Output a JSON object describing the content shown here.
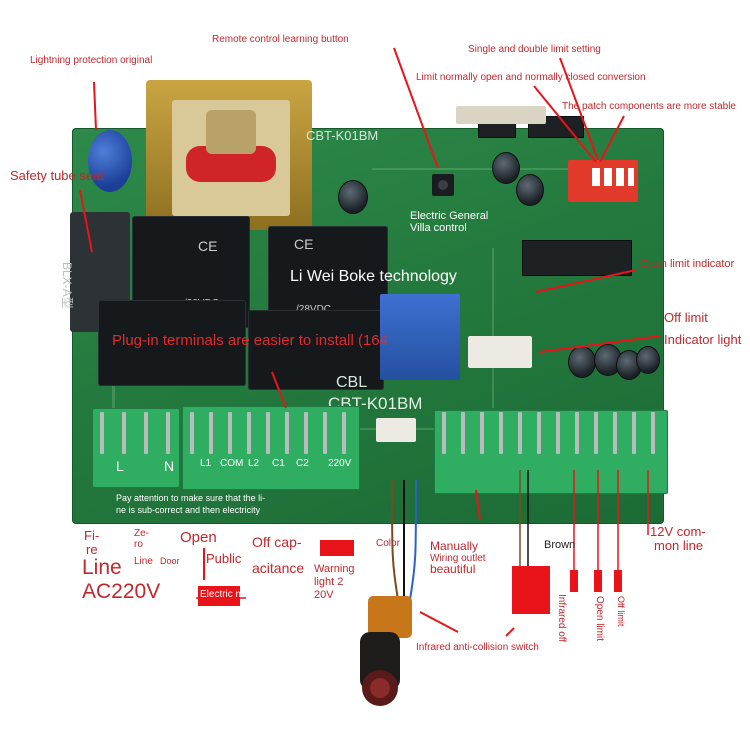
{
  "callouts": {
    "lightning": "Lightning protection original",
    "remote_learning": "Remote control learning button",
    "single_double_limit": "Single and double limit setting",
    "limit_conversion": "Limit normally open and normally closed conversion",
    "patch_components": "The patch components are more stable",
    "safety_tube": "Safety tube seat",
    "electric_general_1": "Electric General",
    "electric_general_2": "Villa control",
    "brand": "Li Wei Boke technology",
    "open_limit_indicator": "Open limit indicator",
    "off_limit_1": "Off limit",
    "off_limit_2": "Indicator light",
    "plug_in": "Plug-in terminals are easier to install (164",
    "attention_1": "Pay attention to make sure that the li-",
    "attention_2": "ne is sub-correct and then electricity",
    "fire_line_1": "Fi-",
    "fire_line_2": "re",
    "fire_line_3": "Line",
    "zero_line_1": "Ze-",
    "zero_line_2": "ro",
    "zero_line_3": "Line",
    "line_big": "Line",
    "ac220": "AC220V",
    "door": "Door",
    "open": "Open",
    "public": "Public",
    "off_cap_1": "Off cap-",
    "off_cap_2": "acitance",
    "warning_1": "Warning",
    "warning_2": "light 2",
    "warning_3": "20V",
    "electric_motor": "Electric motor",
    "color": "Color",
    "manually": "Manually",
    "wiring_outlet": "Wiring outlet",
    "beautiful": "beautiful",
    "brown": "Brown",
    "twelve_v_1": "12V com-",
    "twelve_v_2": "mon line",
    "infrared_off": "Infrared off",
    "open_limit": "Open limit",
    "off_limit_v": "Off limit",
    "infrared_switch": "Infrared anti-collision switch"
  },
  "board": {
    "model_top": "CBT-K01BM",
    "model_main": "CBT-K01BM",
    "model_mid": "CBL",
    "blx": "BLX-A型",
    "relay_voltage": "/28VDC",
    "ce": "CE"
  },
  "terminals_left": [
    "L",
    "N"
  ],
  "terminals_mid": [
    "L1",
    "COM",
    "L2",
    "C1",
    "C2",
    "220V"
  ],
  "colors": {
    "callout_red": "#c0282c",
    "board_green": "#247a3e",
    "terminal_green": "#2fae62",
    "red_block": "#e8141a"
  }
}
